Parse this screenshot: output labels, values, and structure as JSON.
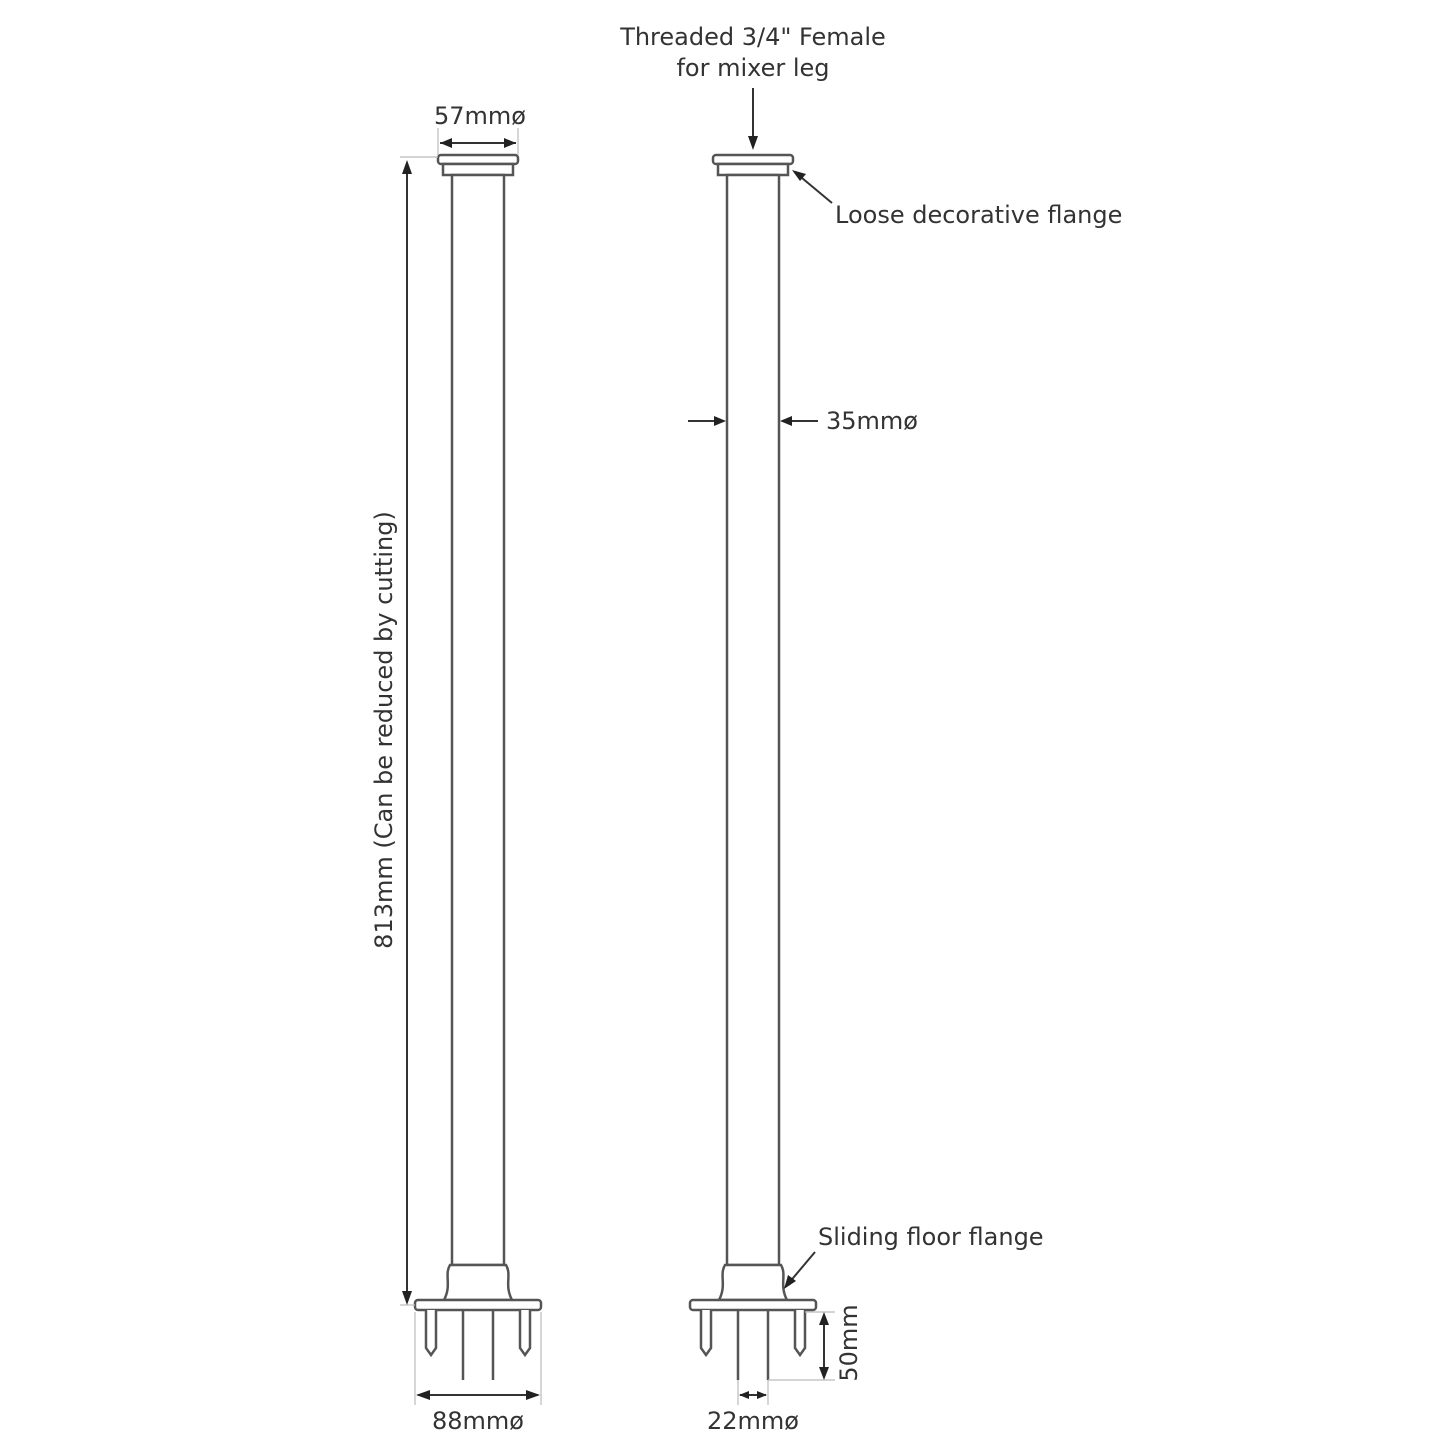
{
  "labels": {
    "top_fitting_line1": "Threaded 3/4\" Female",
    "top_fitting_line2": "for mixer leg",
    "cap_diameter": "57mmø",
    "loose_flange": "Loose decorative flange",
    "tube_diameter": "35mmø",
    "height": "813mm (Can be reduced by cutting)",
    "sliding_flange": "Sliding floor flange",
    "spike_length": "50mm",
    "base_diameter": "88mmø",
    "pipe_diameter": "22mmø"
  },
  "colors": {
    "line": "#555555",
    "text": "#333333"
  }
}
